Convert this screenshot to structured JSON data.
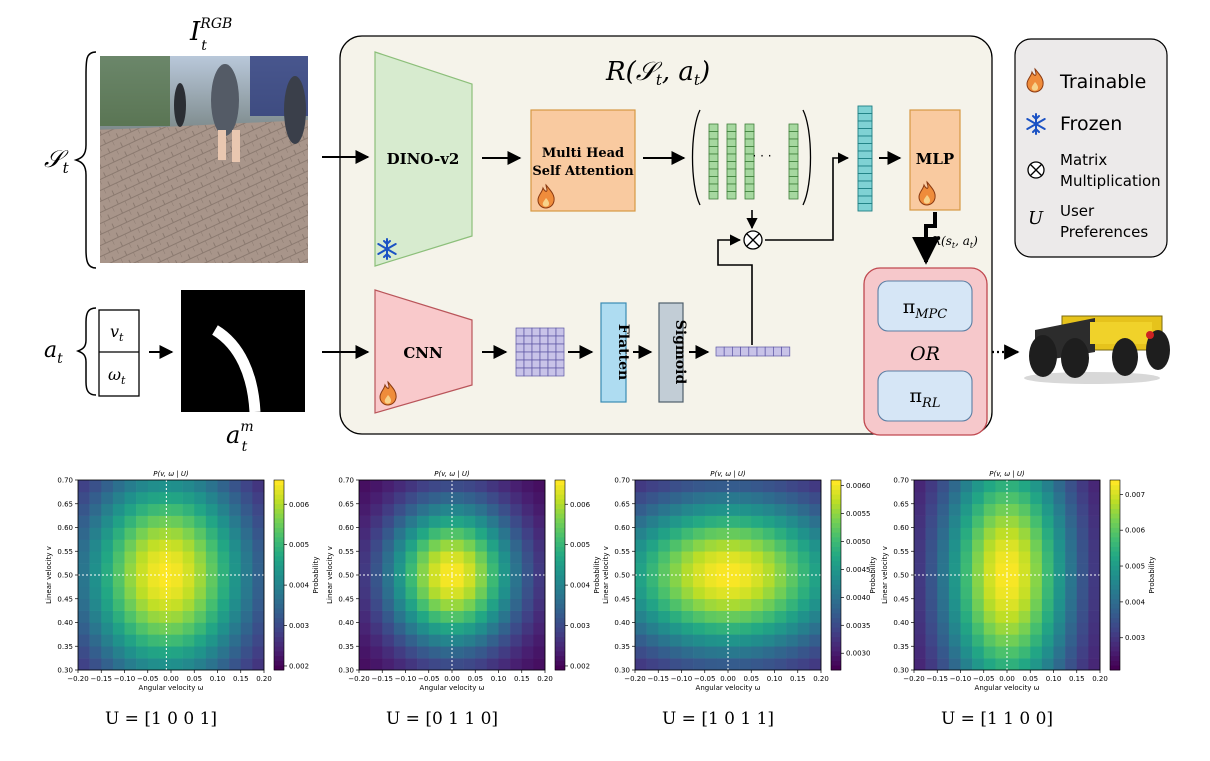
{
  "diagram": {
    "title": "R(S_t, a_t)",
    "state_symbol": "S_t",
    "image_label_base": "I",
    "image_label_sub": "t",
    "image_label_sup": "RGB",
    "action_symbol": "a_t",
    "action_v": "v_t",
    "action_w": "ω_t",
    "action_mask_base": "a",
    "action_mask_sub": "t",
    "action_mask_sup": "m",
    "dino_label": "DINO-v2",
    "attention_label_line1": "Multi Head",
    "attention_label_line2": "Self Attention",
    "mlp_label": "MLP",
    "cnn_label": "CNN",
    "flatten_label": "Flatten",
    "sigmoid_label": "Sigmoid",
    "reward_label": "R(s_t, a_t)",
    "policy_mpc": "π_MPC",
    "policy_or": "OR",
    "policy_rl": "π_RL",
    "ellipsis": "· · ·",
    "colors": {
      "panel": "#f5f3ea",
      "dino_fill": "#d7ebcf",
      "dino_stroke": "#8cbf7a",
      "cnn_fill": "#f9c9cb",
      "cnn_stroke": "#b9555a",
      "attn_fill": "#f9caa0",
      "attn_stroke": "#d79944",
      "green_cell": "#a6d8a0",
      "teal_cell": "#7fd2d4",
      "purple_cell": "#c8c3e8",
      "flatten_fill": "#aedcf1",
      "sigmoid_fill": "#c2cdd6",
      "policy_panel": "#f6c8cb",
      "policy_box": "#d6e6f6"
    }
  },
  "legend": {
    "trainable": "Trainable",
    "frozen": "Frozen",
    "matrix_line1": "Matrix",
    "matrix_line2": "Multiplication",
    "user_symbol": "U",
    "user_line1": "User",
    "user_line2": "Preferences",
    "icons": [
      "flame-icon",
      "snowflake-icon",
      "otimes-icon",
      "user-pref-icon"
    ]
  },
  "chart_data": [
    {
      "type": "heatmap",
      "title": "P(v, ω | U)",
      "xlabel": "Angular velocity ω",
      "ylabel": "Linear velocity v",
      "colorbar_label": "Probability",
      "xlim": [
        -0.2,
        0.2
      ],
      "ylim": [
        0.3,
        0.7
      ],
      "xticks": [
        "−0.20",
        "−0.15",
        "−0.10",
        "−0.05",
        "0.00",
        "0.05",
        "0.10",
        "0.15",
        "0.20"
      ],
      "yticks": [
        "0.30",
        "0.35",
        "0.40",
        "0.45",
        "0.50",
        "0.55",
        "0.60",
        "0.65",
        "0.70"
      ],
      "peak": [
        -0.01,
        0.5
      ],
      "sigma": [
        0.13,
        0.16
      ],
      "vmin": 0.0019,
      "vmax": 0.0066,
      "colorbar_ticks": [
        "0.002",
        "0.003",
        "0.004",
        "0.005",
        "0.006"
      ],
      "caption": "U = [1 0 0 1]"
    },
    {
      "type": "heatmap",
      "title": "P(v, ω | U)",
      "xlabel": "Angular velocity ω",
      "ylabel": "Linear velocity v",
      "colorbar_label": "Probability",
      "xlim": [
        -0.2,
        0.2
      ],
      "ylim": [
        0.3,
        0.7
      ],
      "xticks": [
        "−0.20",
        "−0.15",
        "−0.10",
        "−0.05",
        "0.00",
        "0.05",
        "0.10",
        "0.15",
        "0.20"
      ],
      "yticks": [
        "0.30",
        "0.35",
        "0.40",
        "0.45",
        "0.50",
        "0.55",
        "0.60",
        "0.65",
        "0.70"
      ],
      "peak": [
        0.0,
        0.5
      ],
      "sigma": [
        0.1,
        0.11
      ],
      "vmin": 0.0019,
      "vmax": 0.0066,
      "colorbar_ticks": [
        "0.002",
        "0.003",
        "0.004",
        "0.005",
        "0.006"
      ],
      "caption": "U = [0 1 1 0]"
    },
    {
      "type": "heatmap",
      "title": "P(v, ω | U)",
      "xlabel": "Angular velocity ω",
      "ylabel": "Linear velocity v",
      "colorbar_label": "Probability",
      "xlim": [
        -0.2,
        0.2
      ],
      "ylim": [
        0.3,
        0.7
      ],
      "xticks": [
        "−0.20",
        "−0.15",
        "−0.10",
        "−0.05",
        "0.00",
        "0.05",
        "0.10",
        "0.15",
        "0.20"
      ],
      "yticks": [
        "0.30",
        "0.35",
        "0.40",
        "0.45",
        "0.50",
        "0.55",
        "0.60",
        "0.65",
        "0.70"
      ],
      "peak": [
        0.0,
        0.5
      ],
      "sigma": [
        0.18,
        0.12
      ],
      "vmin": 0.0027,
      "vmax": 0.0061,
      "colorbar_ticks": [
        "0.0030",
        "0.0035",
        "0.0040",
        "0.0045",
        "0.0050",
        "0.0055",
        "0.0060"
      ],
      "caption": "U = [1 0 1 1]"
    },
    {
      "type": "heatmap",
      "title": "P(v, ω | U)",
      "xlabel": "Angular velocity ω",
      "ylabel": "Linear velocity v",
      "colorbar_label": "Probability",
      "xlim": [
        -0.2,
        0.2
      ],
      "ylim": [
        0.3,
        0.7
      ],
      "xticks": [
        "−0.20",
        "−0.15",
        "−0.10",
        "−0.05",
        "0.00",
        "0.05",
        "0.10",
        "0.15",
        "0.20"
      ],
      "yticks": [
        "0.30",
        "0.35",
        "0.40",
        "0.45",
        "0.50",
        "0.55",
        "0.60",
        "0.65",
        "0.70"
      ],
      "peak": [
        0.0,
        0.5
      ],
      "sigma": [
        0.1,
        0.2
      ],
      "vmin": 0.0021,
      "vmax": 0.0074,
      "colorbar_ticks": [
        "0.003",
        "0.004",
        "0.005",
        "0.006",
        "0.007"
      ],
      "caption": "U = [1 1 0 0]"
    }
  ]
}
